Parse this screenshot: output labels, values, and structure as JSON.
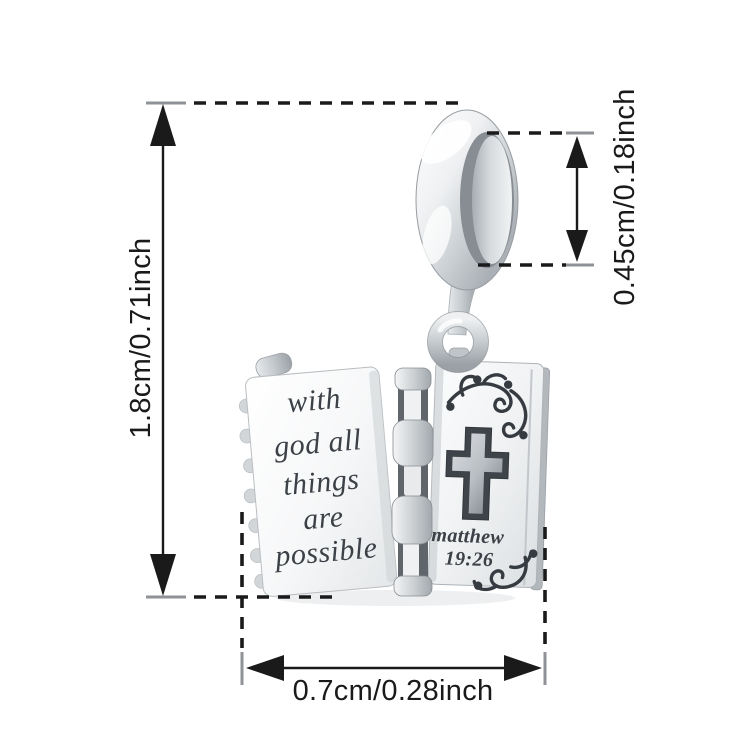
{
  "annotations": {
    "height": {
      "label": "1.8cm/0.71inch"
    },
    "bail_opening": {
      "label": "0.45cm/0.18inch"
    },
    "width": {
      "label": "0.7cm/0.28inch"
    }
  },
  "charm": {
    "page_engraving_lines": [
      "with",
      "god all",
      "things",
      "are",
      "possible"
    ],
    "cover_engraving": {
      "line1": "matthew",
      "line2": "19:26"
    }
  },
  "icons": {
    "cross": "cross-icon",
    "flourish_top": "flourish-ornament-top",
    "flourish_bottom": "flourish-ornament-bottom"
  },
  "colors": {
    "background": "#ffffff",
    "dimension_line": "#1a1a1a",
    "tick_gray": "#8f9296",
    "silver_highlight": "#f8f9fa",
    "silver_mid": "#ced2d6",
    "silver_shadow": "#8d9298",
    "engraving_dark": "#3c4147"
  }
}
